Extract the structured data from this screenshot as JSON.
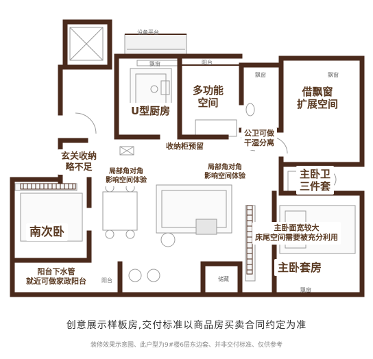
{
  "colors": {
    "wall": "#4a2a1c",
    "label_text": "#5a3a22",
    "line": "#9a9a9a",
    "disclaimer_text": "#333333"
  },
  "labels": {
    "kitchen": [
      "U型厨房"
    ],
    "multi_room": [
      "多功能",
      "空间"
    ],
    "bay_window": [
      "借飘窗",
      "扩展空间"
    ],
    "entry": [
      "玄关收纳",
      "略不足"
    ],
    "storage_wall": [
      "收纳柜预留"
    ],
    "public_wc": [
      "公卫可做",
      "干湿分离"
    ],
    "corner_left": [
      "局部角对角",
      "影响空间体验"
    ],
    "corner_right": [
      "局部角对角",
      "影响空间体验"
    ],
    "master_bath": [
      "主卧卫",
      "三件套"
    ],
    "second_bedroom": [
      "南次卧"
    ],
    "master_width": [
      "主卧面宽较大",
      "床尾空间需要被充分利用"
    ],
    "balcony_pipe": [
      "阳台下水管",
      "就近可做家政阳台"
    ],
    "master_suite": [
      "主卧套房"
    ]
  },
  "room_text": {
    "equipment_platform": "设备平台",
    "bay_kitchen": "飘窗",
    "balcony_north": "阳台",
    "bay_a": "飘窗",
    "bay_b": "飘窗",
    "balcony_south": "阳台",
    "storage": "储藏",
    "bay_south": "飘窗"
  },
  "disclaimer": "创意展示样板房,交付标准以商品房买卖合同约定为准",
  "footnote": "装修效果示意图、此户型为9#楼6层东边套、并非交付标准、仅供参考"
}
